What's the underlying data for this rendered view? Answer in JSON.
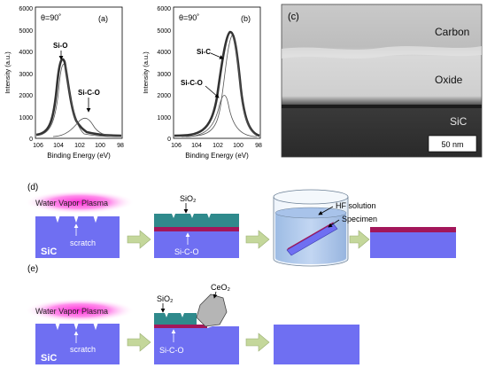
{
  "panels": {
    "a": {
      "letter": "(a)",
      "theta": "θ=90˚",
      "ylabel": "Intensity (a.u.)",
      "xlabel": "Binding Energy (eV)",
      "yticks": [
        "0",
        "1000",
        "2000",
        "3000",
        "4000",
        "5000",
        "6000"
      ],
      "xticks": [
        "106",
        "104",
        "102",
        "100",
        "98"
      ],
      "peak_labels": [
        "Si-O",
        "Si-C-O"
      ]
    },
    "b": {
      "letter": "(b)",
      "theta": "θ=90˚",
      "ylabel": "Intensity (a.u.)",
      "xlabel": "Binding Energy (eV)",
      "yticks": [
        "0",
        "1000",
        "2000",
        "3000",
        "4000",
        "5000",
        "6000"
      ],
      "xticks": [
        "106",
        "104",
        "102",
        "100",
        "98"
      ],
      "peak_labels": [
        "Si-C",
        "Si-C-O"
      ]
    },
    "c": {
      "letter": "(c)",
      "layers": [
        "Carbon",
        "Oxide",
        "SiC"
      ],
      "scale_bar": "50 nm"
    }
  },
  "row_d": {
    "letter": "(d)",
    "plasma": "Water Vapor Plasma",
    "substrate": "SiC",
    "scratch": "scratch",
    "oxide_label": "SiO₂",
    "interface_label": "Si-C-O",
    "hf_solution": "HF solution",
    "specimen": "Specimen"
  },
  "row_e": {
    "letter": "(e)",
    "plasma": "Water Vapor Plasma",
    "substrate": "SiC",
    "scratch": "scratch",
    "oxide_label": "SiO₂",
    "ceria_label": "CeO₂",
    "interface_label": "Si-C-O"
  },
  "colors": {
    "sic": "#6f6ff2",
    "oxide": "#2f8a8c",
    "interface": "#a3165a",
    "plasma": "#ff2bd6",
    "arrow": "#c4d79b"
  }
}
